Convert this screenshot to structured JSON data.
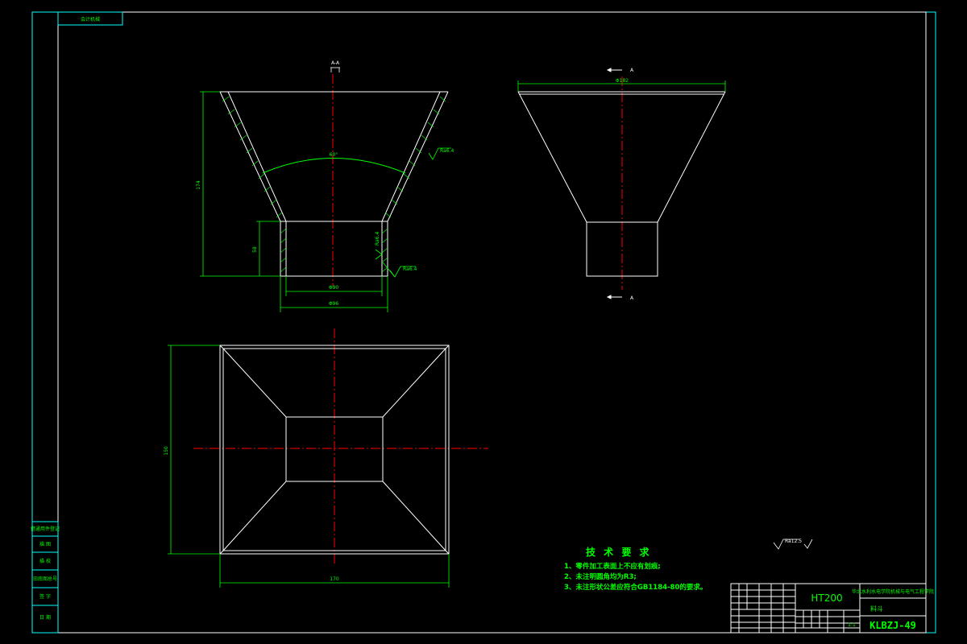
{
  "colors": {
    "background": "#000000",
    "border": "#00ffff",
    "outline": "#ffffff",
    "dimension": "#00ff00",
    "centerline": "#ff0000",
    "text": "#00ff00"
  },
  "corner_tag": "会计机械",
  "section_view": {
    "label": "A-A",
    "angle_label": "60°",
    "height_label": "174",
    "neck_label": "58",
    "inner_width_label": "Φ90",
    "outer_width_label": "Φ96",
    "roughness_top": "Ra6.4",
    "roughness_side": "Ra6.4",
    "roughness_bottom": "Ra6.4"
  },
  "side_view": {
    "width_label": "Φ182",
    "section_mark_top": "A",
    "section_mark_bottom": "A"
  },
  "top_view": {
    "height_label": "150",
    "width_label": "170"
  },
  "left_strip": [
    "借通用件登记",
    "描 图",
    "描 校",
    "旧底图总号",
    "签 字",
    "日 期"
  ],
  "tech_requirements": {
    "title": "技 术 要 求",
    "items": [
      "1、零件加工表面上不应有划痕;",
      "2、未注明圆角均为R3;",
      "3、未注形状公差应符合GB1184-80的要求。"
    ]
  },
  "roughness_note": "Ra12.5",
  "title_block": {
    "material": "HT200",
    "company": "华北水利水电学院机械与电气工程学院",
    "part_name": "料斗",
    "drawing_number": "KLBZJ-49",
    "scale": "1:1"
  }
}
